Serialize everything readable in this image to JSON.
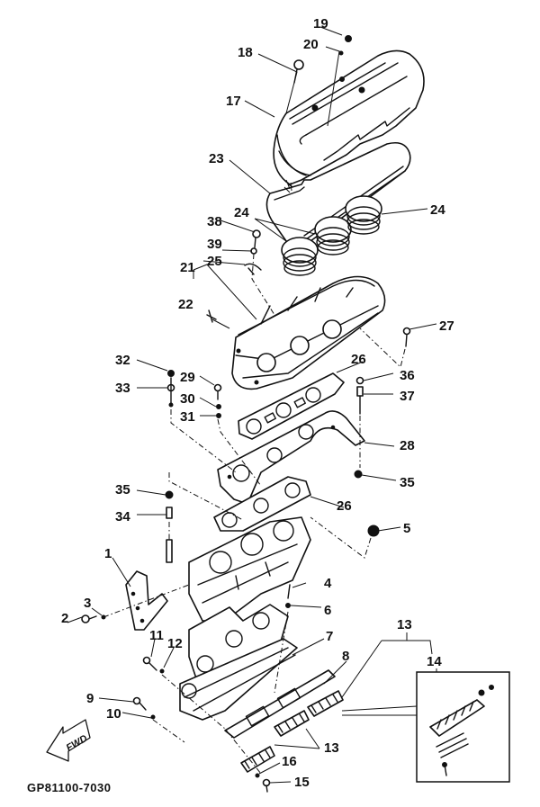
{
  "diagram": {
    "drawing_code": "GP81100-7030",
    "direction_arrow_label": "FWD",
    "callouts": [
      "1",
      "2",
      "3",
      "4",
      "5",
      "6",
      "7",
      "8",
      "9",
      "10",
      "11",
      "12",
      "13",
      "13",
      "13",
      "14",
      "15",
      "16",
      "17",
      "18",
      "19",
      "20",
      "21",
      "22",
      "23",
      "24",
      "24",
      "25",
      "26",
      "26",
      "27",
      "28",
      "29",
      "30",
      "31",
      "32",
      "33",
      "34",
      "35",
      "35",
      "36",
      "37",
      "38",
      "39"
    ]
  }
}
